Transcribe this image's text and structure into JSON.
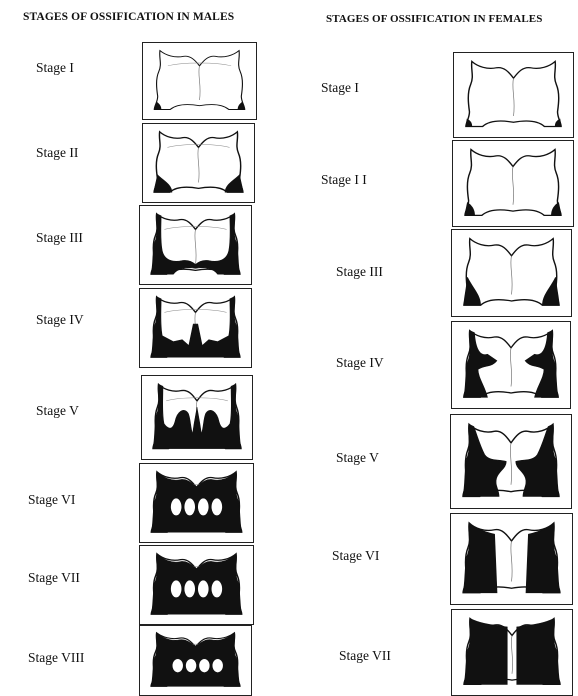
{
  "males": {
    "title": "STAGES OF OSSIFICATION IN MALES",
    "stages": [
      "Stage I",
      "Stage II",
      "Stage III",
      "Stage IV",
      "Stage V",
      "Stage VI",
      "Stage VII",
      "Stage VIII"
    ]
  },
  "females": {
    "title": "STAGES OF OSSIFICATION IN FEMALES",
    "stages": [
      "Stage I",
      "Stage I I",
      "Stage III",
      "Stage IV",
      "Stage V",
      "Stage VI",
      "Stage VII"
    ]
  },
  "colors": {
    "ink": "#111111",
    "paper": "#ffffff"
  }
}
